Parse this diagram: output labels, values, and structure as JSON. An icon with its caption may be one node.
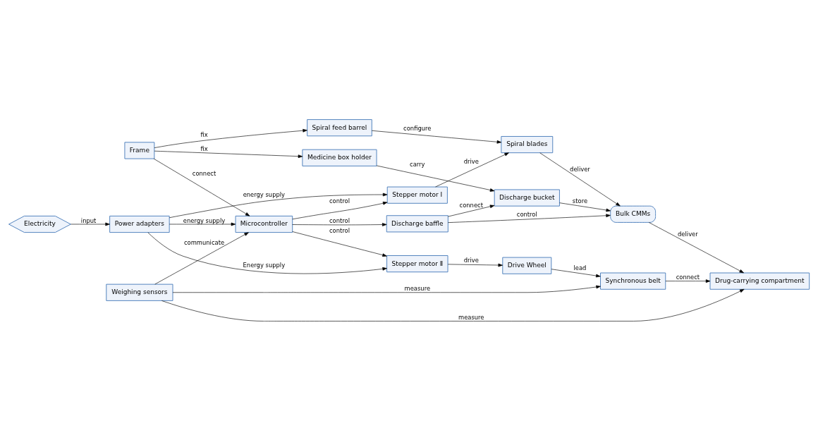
{
  "diagram": {
    "nodes": [
      {
        "text": [
          "Electricity"
        ]
      },
      {
        "text": [
          "Stepper motor Ⅰ"
        ]
      },
      {
        "text": [
          "Spiral blades"
        ]
      },
      {
        "text": [
          "Bulk CMMs"
        ]
      },
      {
        "text": [
          "Spiral feed barrel"
        ]
      },
      {
        "text": [
          "Discharge bucket"
        ]
      },
      {
        "text": [
          "Power adapters"
        ]
      },
      {
        "text": [
          "Medicine box holder"
        ]
      },
      {
        "text": [
          "Frame"
        ]
      },
      {
        "text": [
          "Microcontroller"
        ]
      },
      {
        "text": [
          "Discharge baffle"
        ]
      },
      {
        "text": [
          "Drug-carrying compartment"
        ]
      },
      {
        "text": [
          "Weighing sensors"
        ]
      },
      {
        "text": [
          "Stepper motor Ⅱ"
        ]
      },
      {
        "text": [
          "Drive Wheel"
        ]
      },
      {
        "text": [
          "Synchronous belt"
        ]
      }
    ],
    "edges": [
      {
        "from": 0,
        "to": 6,
        "arrow": "to",
        "label": "input"
      },
      {
        "from": 6,
        "to": 1,
        "arrow": "to",
        "label": "energy supply"
      },
      {
        "from": 6,
        "to": 9,
        "arrow": "to",
        "label": "energy supply"
      },
      {
        "from": 6,
        "to": 13,
        "arrow": "to",
        "label": "Energy supply"
      },
      {
        "from": 1,
        "to": 2,
        "arrow": "to",
        "label": "drive"
      },
      {
        "from": 2,
        "to": 3,
        "arrow": "to",
        "label": "deliver"
      },
      {
        "from": 4,
        "to": 2,
        "arrow": "to",
        "label": "configure"
      },
      {
        "from": 5,
        "to": 3,
        "arrow": "to",
        "label": "store"
      },
      {
        "from": 8,
        "to": 4,
        "arrow": "to",
        "label": "fix"
      },
      {
        "from": 8,
        "to": 7,
        "arrow": "to",
        "label": "fix"
      },
      {
        "from": 7,
        "to": 5,
        "arrow": "to",
        "label": "carry"
      },
      {
        "from": 8,
        "to": 9,
        "arrow": "to",
        "label": "connect"
      },
      {
        "from": 9,
        "to": 1,
        "arrow": "to",
        "label": "control"
      },
      {
        "from": 9,
        "to": 10,
        "arrow": "to",
        "label": "control"
      },
      {
        "from": 10,
        "to": 5,
        "arrow": "to",
        "label": "connect"
      },
      {
        "from": 10,
        "to": 3,
        "arrow": "to",
        "label": "control"
      },
      {
        "from": 3,
        "to": 11,
        "arrow": "to",
        "label": "deliver"
      },
      {
        "from": 9,
        "to": 13,
        "arrow": "to",
        "label": "control"
      },
      {
        "from": 12,
        "to": 9,
        "arrow": "to",
        "label": "communicate"
      },
      {
        "from": 12,
        "to": 11,
        "arrow": "to",
        "label": "measure"
      },
      {
        "from": 12,
        "to": 15,
        "arrow": "to",
        "label": "measure"
      },
      {
        "from": 13,
        "to": 14,
        "arrow": "to",
        "label": "drive"
      },
      {
        "from": 14,
        "to": 15,
        "arrow": "to",
        "label": "lead"
      },
      {
        "from": 15,
        "to": 11,
        "arrow": "to",
        "label": "connect"
      }
    ]
  }
}
